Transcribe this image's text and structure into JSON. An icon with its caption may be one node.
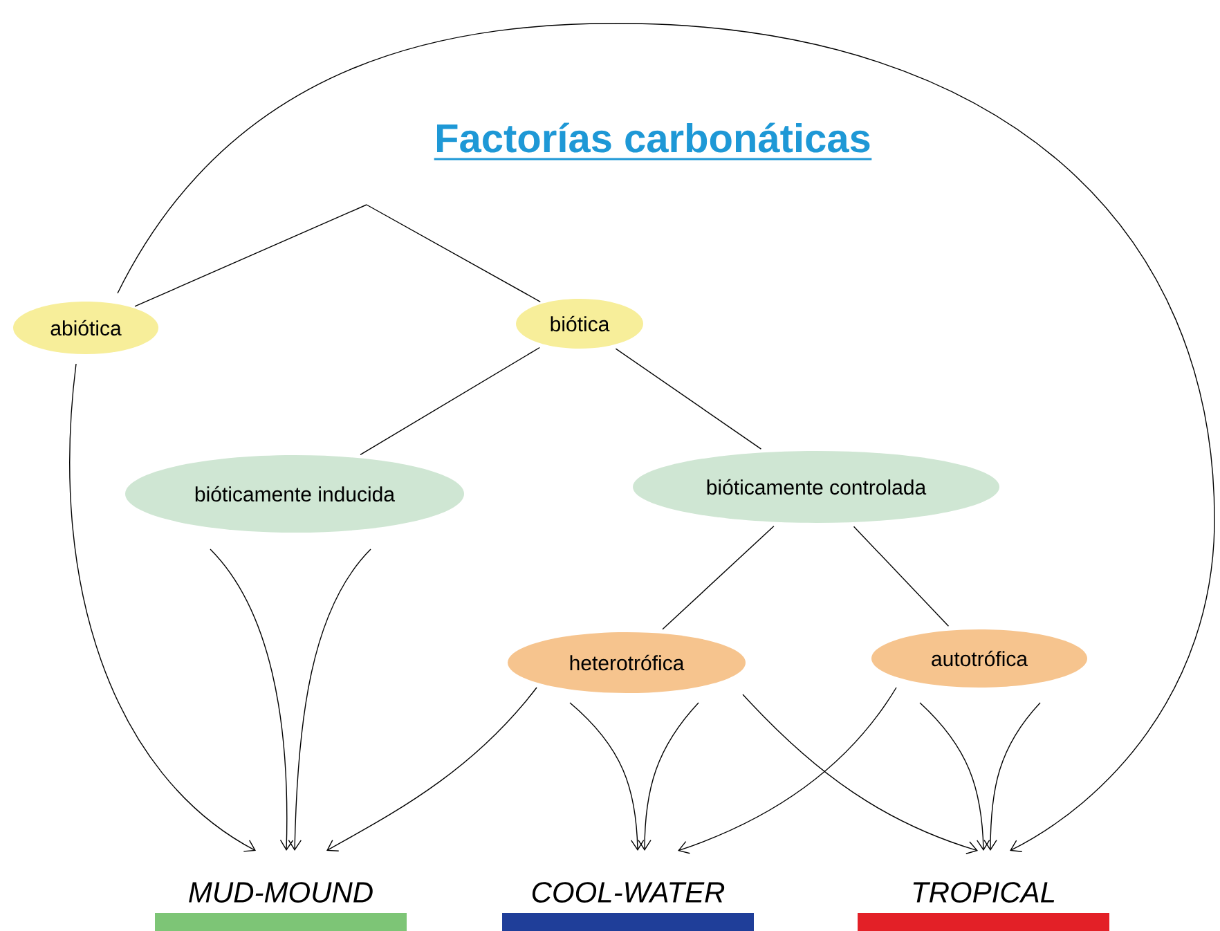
{
  "diagram": {
    "title": "Factorías carbonáticas",
    "nodes": [
      {
        "text": [
          "abiótica"
        ]
      },
      {
        "text": [
          "biótica"
        ]
      },
      {
        "text": [
          "bióticamente inducida"
        ]
      },
      {
        "text": [
          "bióticamente controlada"
        ]
      },
      {
        "text": [
          "heterotrófica"
        ]
      },
      {
        "text": [
          "autotrófica"
        ]
      },
      {
        "text": [
          "MUD-MOUND"
        ]
      },
      {
        "text": [
          "COOL-WATER"
        ]
      },
      {
        "text": [
          "TROPICAL"
        ]
      }
    ],
    "edges": [
      {
        "from": null,
        "to": 0,
        "arrow": "none"
      },
      {
        "from": null,
        "to": 1,
        "arrow": "none"
      },
      {
        "from": 1,
        "to": 2,
        "arrow": "none"
      },
      {
        "from": 1,
        "to": 3,
        "arrow": "none"
      },
      {
        "from": 3,
        "to": 4,
        "arrow": "none"
      },
      {
        "from": 3,
        "to": 5,
        "arrow": "none"
      },
      {
        "from": 0,
        "to": 6,
        "arrow": "to"
      },
      {
        "from": 0,
        "to": 8,
        "arrow": "to"
      },
      {
        "from": 2,
        "to": 6,
        "arrow": "to"
      },
      {
        "from": 2,
        "to": 6,
        "arrow": "to"
      },
      {
        "from": 4,
        "to": 6,
        "arrow": "to"
      },
      {
        "from": 4,
        "to": 7,
        "arrow": "to"
      },
      {
        "from": 4,
        "to": 7,
        "arrow": "to"
      },
      {
        "from": 4,
        "to": 8,
        "arrow": "to"
      },
      {
        "from": 5,
        "to": 7,
        "arrow": "to"
      },
      {
        "from": 5,
        "to": 8,
        "arrow": "to"
      },
      {
        "from": 5,
        "to": 8,
        "arrow": "to"
      }
    ]
  }
}
